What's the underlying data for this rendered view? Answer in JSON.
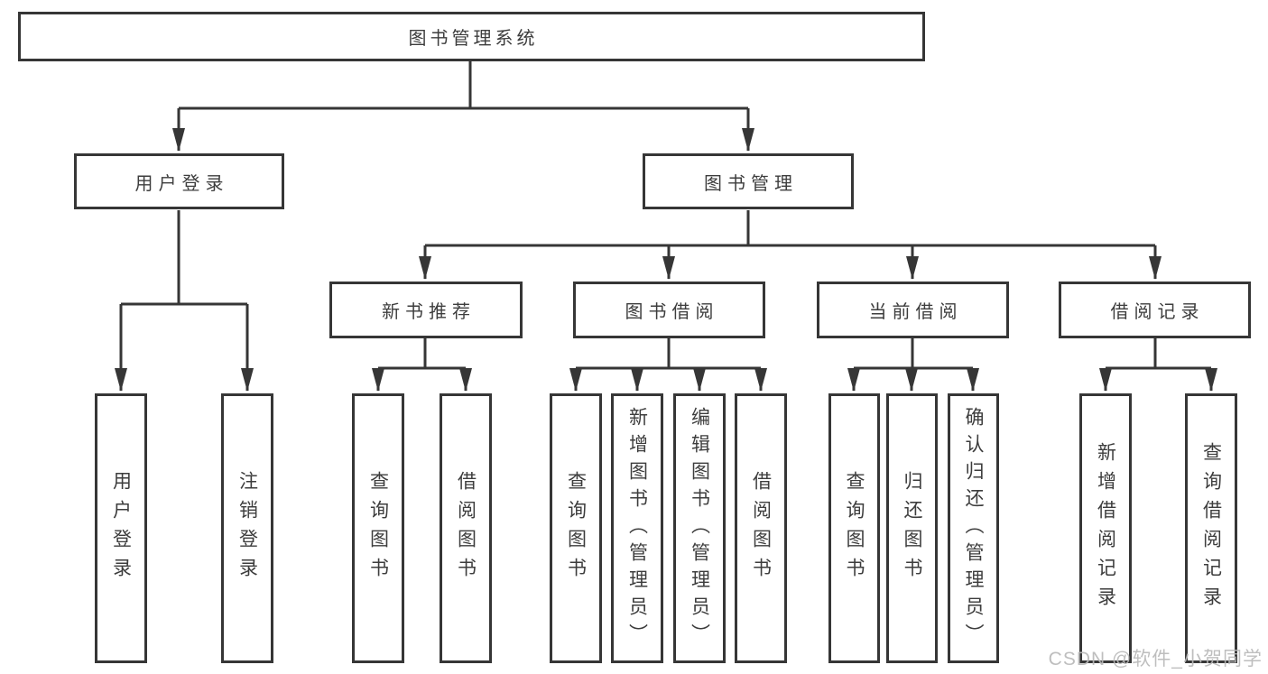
{
  "diagram_type": "hierarchy-tree",
  "colors": {
    "background": "#ffffff",
    "line": "#363636",
    "box_border": "#363636",
    "text": "#3d3d3d",
    "watermark": "#b9b9b9"
  },
  "watermark": {
    "text": "CSDN @软件_小贺同学"
  },
  "tree": {
    "label": "图书管理系统",
    "children": [
      {
        "label": "用户登录",
        "children": [
          {
            "label": "用户登录"
          },
          {
            "label": "注销登录"
          }
        ]
      },
      {
        "label": "图书管理",
        "children": [
          {
            "label": "新书推荐",
            "children": [
              {
                "label": "查询图书"
              },
              {
                "label": "借阅图书"
              }
            ]
          },
          {
            "label": "图书借阅",
            "children": [
              {
                "label": "查询图书"
              },
              {
                "label": "新增图书（管理员）"
              },
              {
                "label": "编辑图书（管理员）"
              },
              {
                "label": "借阅图书"
              }
            ]
          },
          {
            "label": "当前借阅",
            "children": [
              {
                "label": "查询图书"
              },
              {
                "label": "归还图书"
              },
              {
                "label": "确认归还（管理员）"
              }
            ]
          },
          {
            "label": "借阅记录",
            "children": [
              {
                "label": "新增借阅记录"
              },
              {
                "label": "查询借阅记录"
              }
            ]
          }
        ]
      }
    ]
  }
}
